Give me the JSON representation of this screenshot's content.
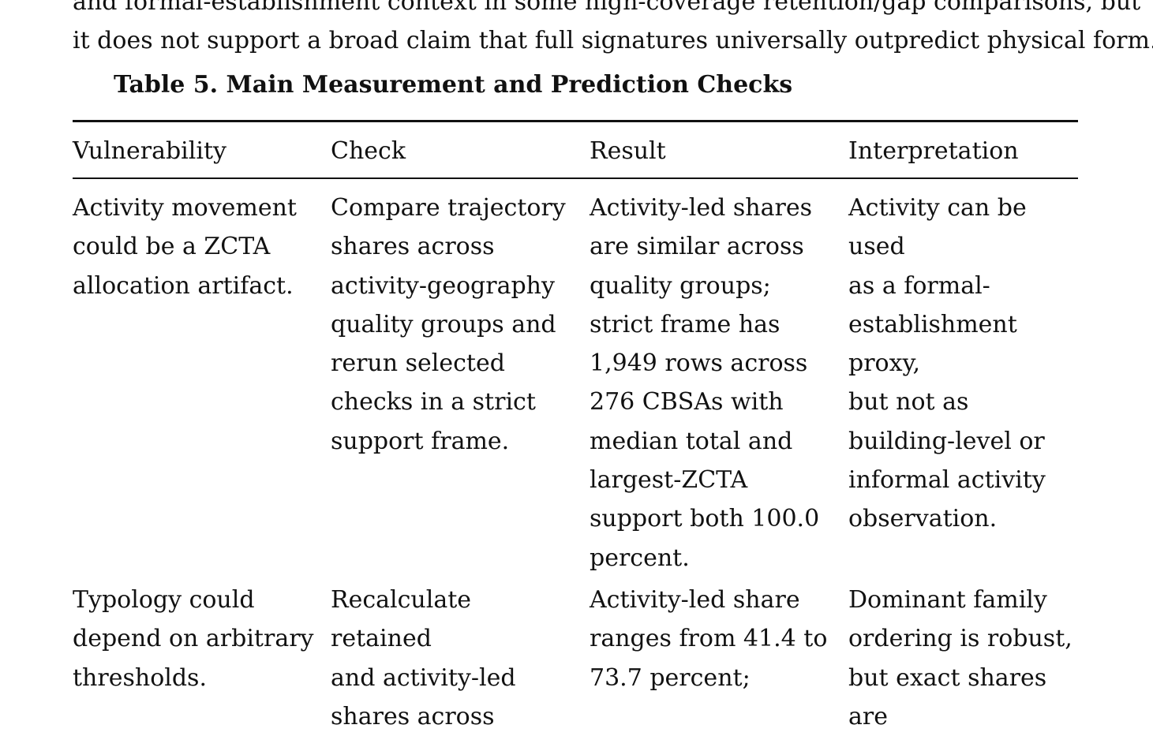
{
  "intro_paragraph": {
    "line1": "and formal-establishment context in some high-coverage retention/gap comparisons, but",
    "line2": "it does not support a broad claim that full signatures universally outpredict physical form."
  },
  "table": {
    "caption": "Table 5. Main Measurement and Prediction Checks",
    "headers": [
      "Vulnerability",
      "Check",
      "Result",
      "Interpretation"
    ],
    "rows": [
      {
        "vulnerability": "Activity movement\ncould be a ZCTA\nallocation artifact.",
        "check": "Compare trajectory\nshares across\nactivity-geography\nquality groups and\nrerun selected\nchecks in a strict\nsupport frame.",
        "result": "Activity-led shares\nare similar across\nquality groups;\nstrict frame has\n1,949 rows across\n276 CBSAs with\nmedian total and\nlargest-ZCTA\nsupport both 100.0\npercent.",
        "interpretation": "Activity can be used\nas a formal-\nestablishment proxy,\nbut not as\nbuilding-level or\ninformal activity\nobservation."
      },
      {
        "vulnerability": "Typology could\ndepend on arbitrary\nthresholds.",
        "check": "Recalculate retained\nand activity-led\nshares across",
        "result": "Activity-led share\nranges from 41.4 to\n73.7 percent;",
        "interpretation": "Dominant family\nordering is robust,\nbut exact shares are"
      }
    ]
  }
}
